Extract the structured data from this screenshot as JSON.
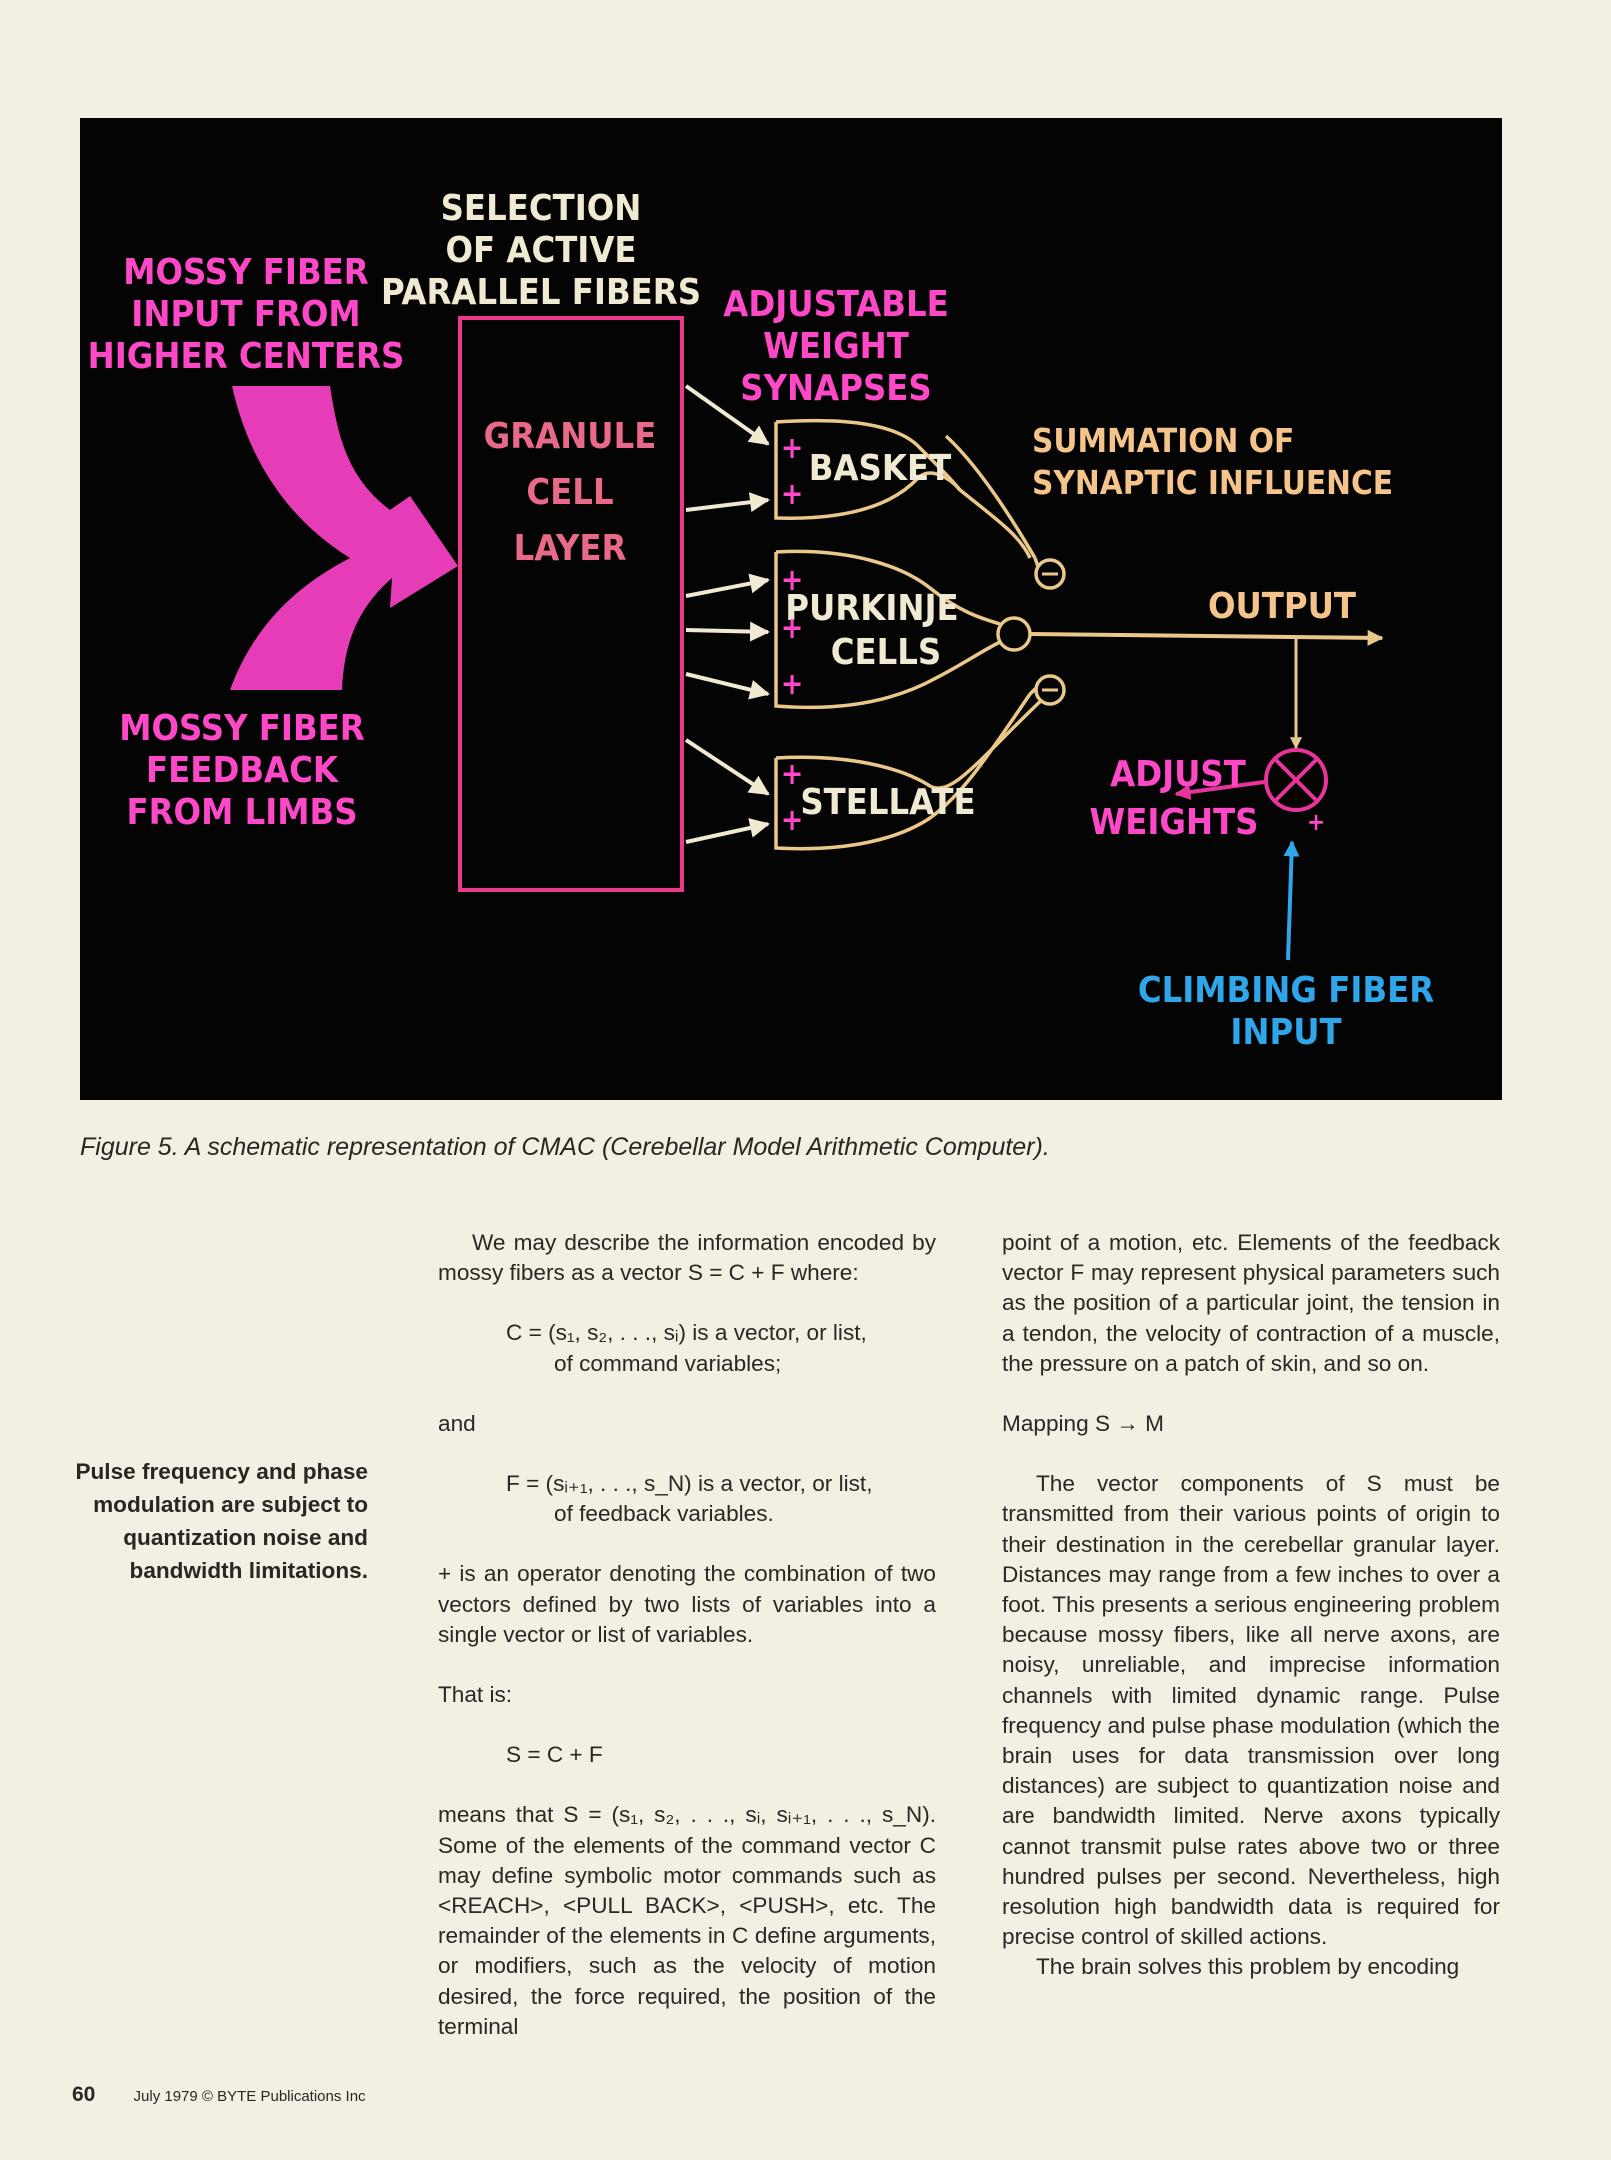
{
  "figure": {
    "labels": {
      "selection_1": "SELECTION",
      "selection_2": "OF ACTIVE",
      "selection_3": "PARALLEL FIBERS",
      "mossy_input_1": "MOSSY FIBER",
      "mossy_input_2": "INPUT FROM",
      "mossy_input_3": "HIGHER CENTERS",
      "adjustable_1": "ADJUSTABLE",
      "adjustable_2": "WEIGHT",
      "adjustable_3": "SYNAPSES",
      "granule_1": "GRANULE",
      "granule_2": "CELL",
      "granule_3": "LAYER",
      "basket": "BASKET",
      "purkinje_1": "PURKINJE",
      "purkinje_2": "CELLS",
      "stellate": "STELLATE",
      "summation_1": "SUMMATION OF",
      "summation_2": "SYNAPTIC INFLUENCE",
      "output": "OUTPUT",
      "mossy_feedback_1": "MOSSY FIBER",
      "mossy_feedback_2": "FEEDBACK",
      "mossy_feedback_3": "FROM LIMBS",
      "adjust_1": "ADJUST",
      "adjust_2": "WEIGHTS",
      "climbing_1": "CLIMBING FIBER",
      "climbing_2": "INPUT",
      "plus": "+",
      "minus": "−"
    },
    "colors": {
      "pink": "#ff48c8",
      "magenta": "#e8339a",
      "orange": "#f5c48a",
      "cream": "#f1ead2",
      "gold": "#e9c88a",
      "blue": "#2fa6ea",
      "arrow": "#e27ad0"
    }
  },
  "caption": "Figure 5. A schematic representation of CMAC (Cerebellar Model Arithmetic Computer).",
  "sidebar_quote": "Pulse frequency and phase modulation are subject to quantization noise and bandwidth limitations.",
  "column1": {
    "p1": "We may describe the information encoded by mossy fibers as a vector S = C + F where:",
    "formula_c_1": "C = (s₁, s₂, . . ., sᵢ) is a vector, or list,",
    "formula_c_2": "of command variables;",
    "and": "and",
    "formula_f_1": "F = (sᵢ₊₁, . . ., s_N) is a vector, or list,",
    "formula_f_2": "of feedback variables.",
    "p2": "+ is an operator denoting the combination of two vectors defined by two lists of variables into a single vector or list of variables.",
    "that_is": "That is:",
    "formula_s": "S = C + F",
    "p3": "means that S = (s₁, s₂, . . ., sᵢ, sᵢ₊₁, . . ., s_N). Some of the elements of the command vector C may define symbolic motor commands such as <REACH>, <PULL BACK>, <PUSH>, etc. The remainder of the elements in C define arguments, or modifiers, such as the velocity of motion desired, the force required, the position of the terminal"
  },
  "column2": {
    "p1": "point of a motion, etc. Elements of the feedback vector F may represent physical parameters such as the position of a particular joint, the tension in a tendon, the velocity of contraction of a muscle, the pressure on a patch of skin, and so on.",
    "heading": "Mapping S → M",
    "p2": "The vector components of S must be transmitted from their various points of origin to their destination in the cerebellar granular layer. Distances may range from a few inches to over a foot. This presents a serious engineering problem because mossy fibers, like all nerve axons, are noisy, unreliable, and imprecise information channels with limited dynamic range. Pulse frequency and pulse phase modulation (which the brain uses for data transmission over long distances) are subject to quantization noise and are bandwidth limited. Nerve axons typically cannot transmit pulse rates above two or three hundred pulses per second. Nevertheless, high resolution high bandwidth data is required for precise control of skilled actions.",
    "p3": "The brain solves this problem by encoding"
  },
  "footer": {
    "page_number": "60",
    "credit": "July 1979 © BYTE Publications Inc"
  }
}
